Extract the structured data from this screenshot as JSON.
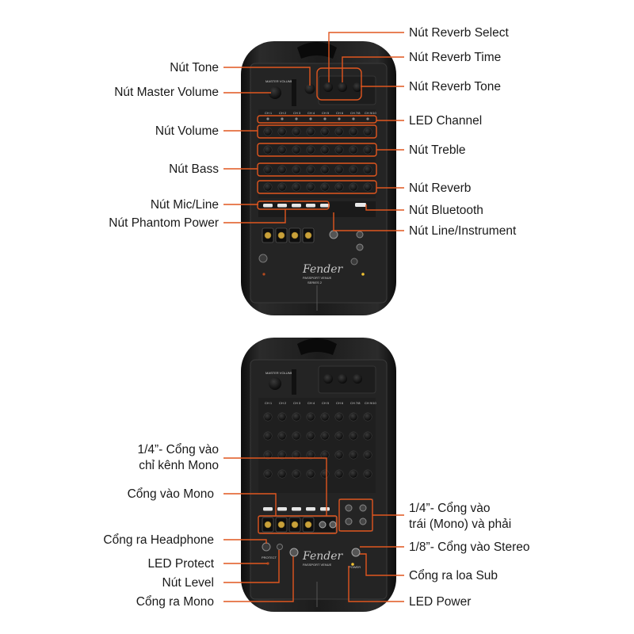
{
  "colors": {
    "accent": "#e0561f",
    "device": "#1b1b1b",
    "panel": "#262626",
    "knob": "#0c0c0c",
    "text": "#1a1a1a"
  },
  "brand": {
    "logo": "Fender",
    "model": "PASSPORT VENUE",
    "series": "SERIES 2"
  },
  "panel_text": {
    "master": "MASTER VOLUME",
    "power": "POWER",
    "protect": "PROTECT"
  },
  "channels": [
    "CH 1",
    "CH 2",
    "CH 3",
    "CH 4",
    "CH 5",
    "CH 6",
    "CH 7/8",
    "CH 9/10"
  ],
  "top_unit": {
    "left_labels": [
      "Nút Tone",
      "Nút Master Volume",
      "Nút Volume",
      "Nút Bass",
      "Nút Mic/Line",
      "Nút Phantom Power"
    ],
    "right_labels": [
      "Nút Reverb Select",
      "Nút Reverb Time",
      "Nút Reverb Tone",
      "LED Channel",
      "Nút Treble",
      "Nút Reverb",
      "Nút Bluetooth",
      "Nút Line/Instrument"
    ]
  },
  "bottom_unit": {
    "left_labels": [
      "1/4”- Cổng vào",
      "chỉ kênh Mono",
      "Cổng vào Mono",
      "Cổng ra Headphone",
      "LED Protect",
      "Nút Level",
      "Cổng ra Mono"
    ],
    "right_labels": [
      "1/4”- Cổng vào",
      "trái (Mono) và phải",
      "1/8”- Cổng vào Stereo",
      "Cổng ra loa Sub",
      "LED Power"
    ]
  }
}
